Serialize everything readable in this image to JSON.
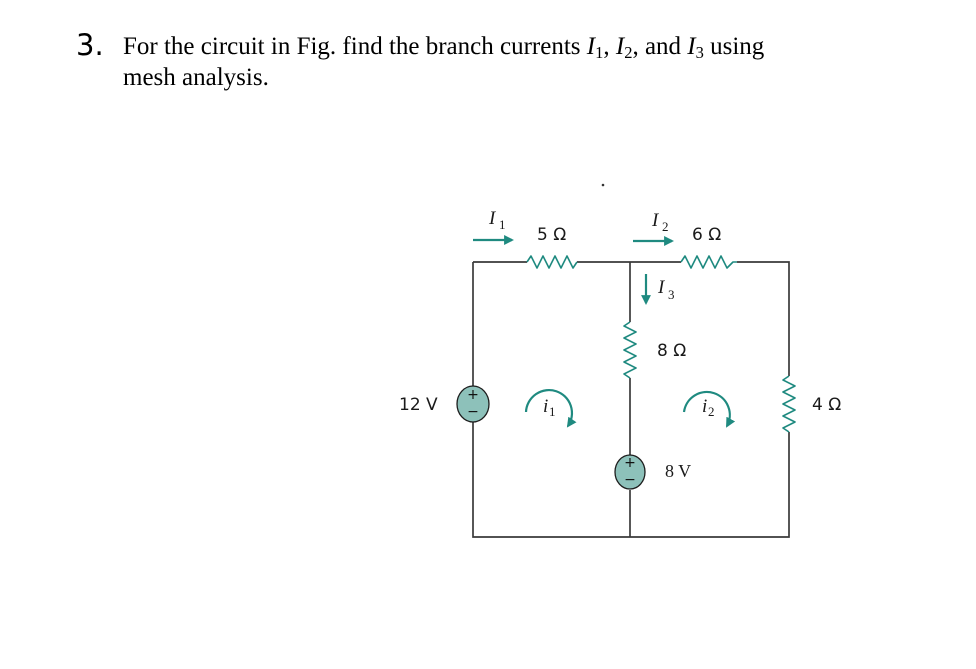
{
  "problem": {
    "number": "3.",
    "line1_prefix": "For the circuit in Fig. find the branch currents ",
    "line1_suffix": " using",
    "line2": "mesh analysis."
  },
  "circuit": {
    "source_left_label": "12 V",
    "source_mid_label": "8 V",
    "r_top_left_label": "5 Ω",
    "r_top_right_label": "6 Ω",
    "r_middle_label": "8 Ω",
    "r_right_label": "4 Ω",
    "branch_current_1": "I",
    "branch_current_1_sub": "1",
    "branch_current_2": "I",
    "branch_current_2_sub": "2",
    "branch_current_3": "I",
    "branch_current_3_sub": "3",
    "mesh_current_1": "i",
    "mesh_current_1_sub": "1",
    "mesh_current_2": "i",
    "mesh_current_2_sub": "2",
    "plus_sign": "+",
    "minus_sign": "−",
    "accent_color": "#1f8a80",
    "source_fill_color": "#8dc1ba"
  }
}
